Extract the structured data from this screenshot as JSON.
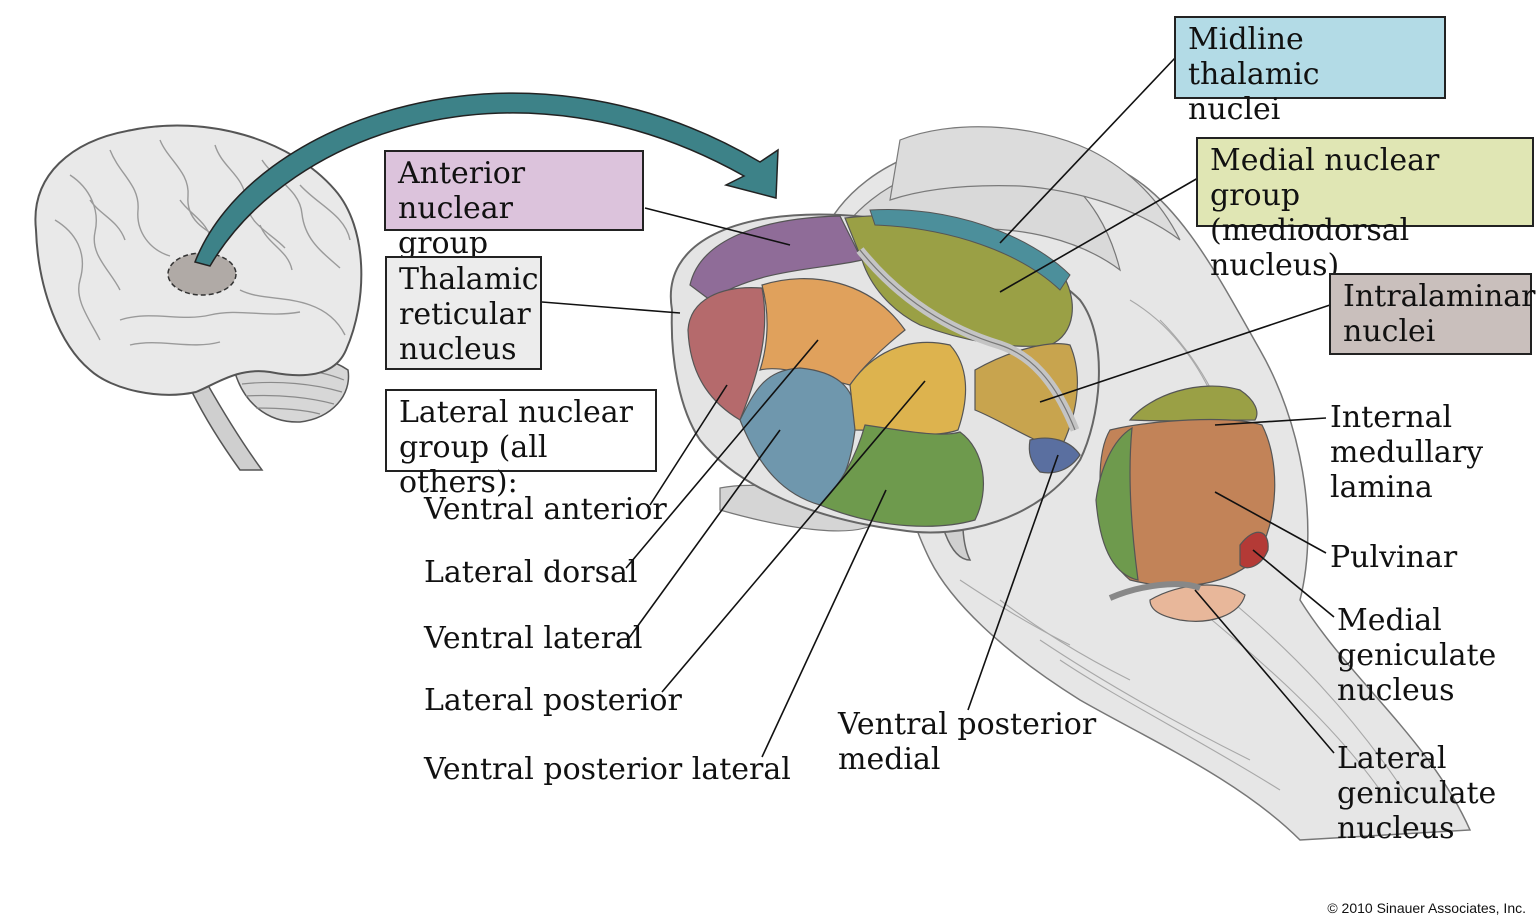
{
  "boxes": {
    "midline": {
      "lines": [
        "Midline thalamic",
        "nuclei"
      ],
      "color": "#b3dbe6"
    },
    "anterior": {
      "lines": [
        "Anterior nuclear",
        "group"
      ],
      "color": "#dcc3dc"
    },
    "medial_group": {
      "lines": [
        "Medial nuclear group",
        "(mediodorsal nucleus)"
      ],
      "color": "#e0e6b4"
    },
    "reticular": {
      "lines": [
        "Thalamic",
        "reticular",
        "nucleus"
      ],
      "color": "#ececec"
    },
    "intralaminar": {
      "lines": [
        "Intralaminar",
        "nuclei"
      ],
      "color": "#c9bfbc"
    },
    "lateral_group": {
      "lines": [
        "Lateral nuclear",
        "group (all others):"
      ],
      "color": "#ffffff"
    }
  },
  "labels": {
    "ventral_anterior": "Ventral anterior",
    "lateral_dorsal": "Lateral dorsal",
    "ventral_lateral": "Ventral lateral",
    "lateral_posterior": "Lateral posterior",
    "ventral_posterior_lateral": "Ventral posterior lateral",
    "ventral_posterior_medial": [
      "Ventral posterior",
      "medial"
    ],
    "internal_medullary_lamina": [
      "Internal",
      "medullary",
      "lamina"
    ],
    "pulvinar": "Pulvinar",
    "medial_geniculate": [
      "Medial",
      "geniculate",
      "nucleus"
    ],
    "lateral_geniculate": [
      "Lateral",
      "geniculate",
      "nucleus"
    ]
  },
  "nuclei_colors": {
    "anterior": "#8f6c98",
    "medial": "#9aa045",
    "midline": "#4c8f9b",
    "reticular": "#d8d8d8",
    "ventral_anterior": "#b56a6c",
    "lateral_dorsal": "#e0a15c",
    "ventral_lateral": "#6f97ad",
    "lateral_posterior": "#ddb34e",
    "ventral_posterior_lateral": "#6e9a4d",
    "ventral_posterior_medial": "#5a6fa0",
    "intralaminar_region": "#c8a44e",
    "pulvinar": "#c28358",
    "medial_geniculate": "#b43a36",
    "lateral_geniculate": "#e8b79a",
    "arrow": "#3d8288"
  },
  "copyright": "© 2010 Sinauer Associates, Inc."
}
